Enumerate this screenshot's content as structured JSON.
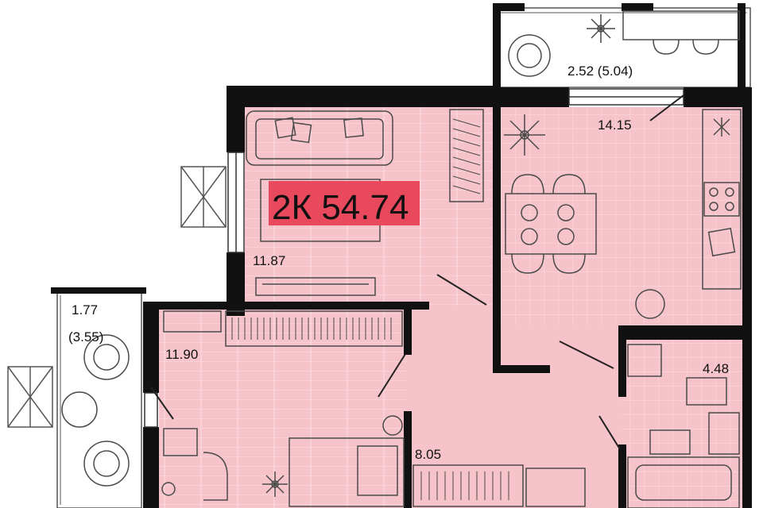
{
  "plan": {
    "apartment_badge": "2К 54.74",
    "rooms": {
      "living_room": "11.87",
      "kitchen": "14.15",
      "bedroom": "11.90",
      "hallway": "8.05",
      "bathroom": "4.48",
      "balcony_top": "2.52 (5.04)",
      "loggia_left_line1": "1.77",
      "loggia_left_line2": "(3.55)"
    },
    "colors": {
      "room_fill": "#f6c3cb",
      "badge_fill": "#e8495c",
      "wall": "#111111",
      "furniture_stroke": "#4a4a4a",
      "outline": "#555555"
    }
  }
}
